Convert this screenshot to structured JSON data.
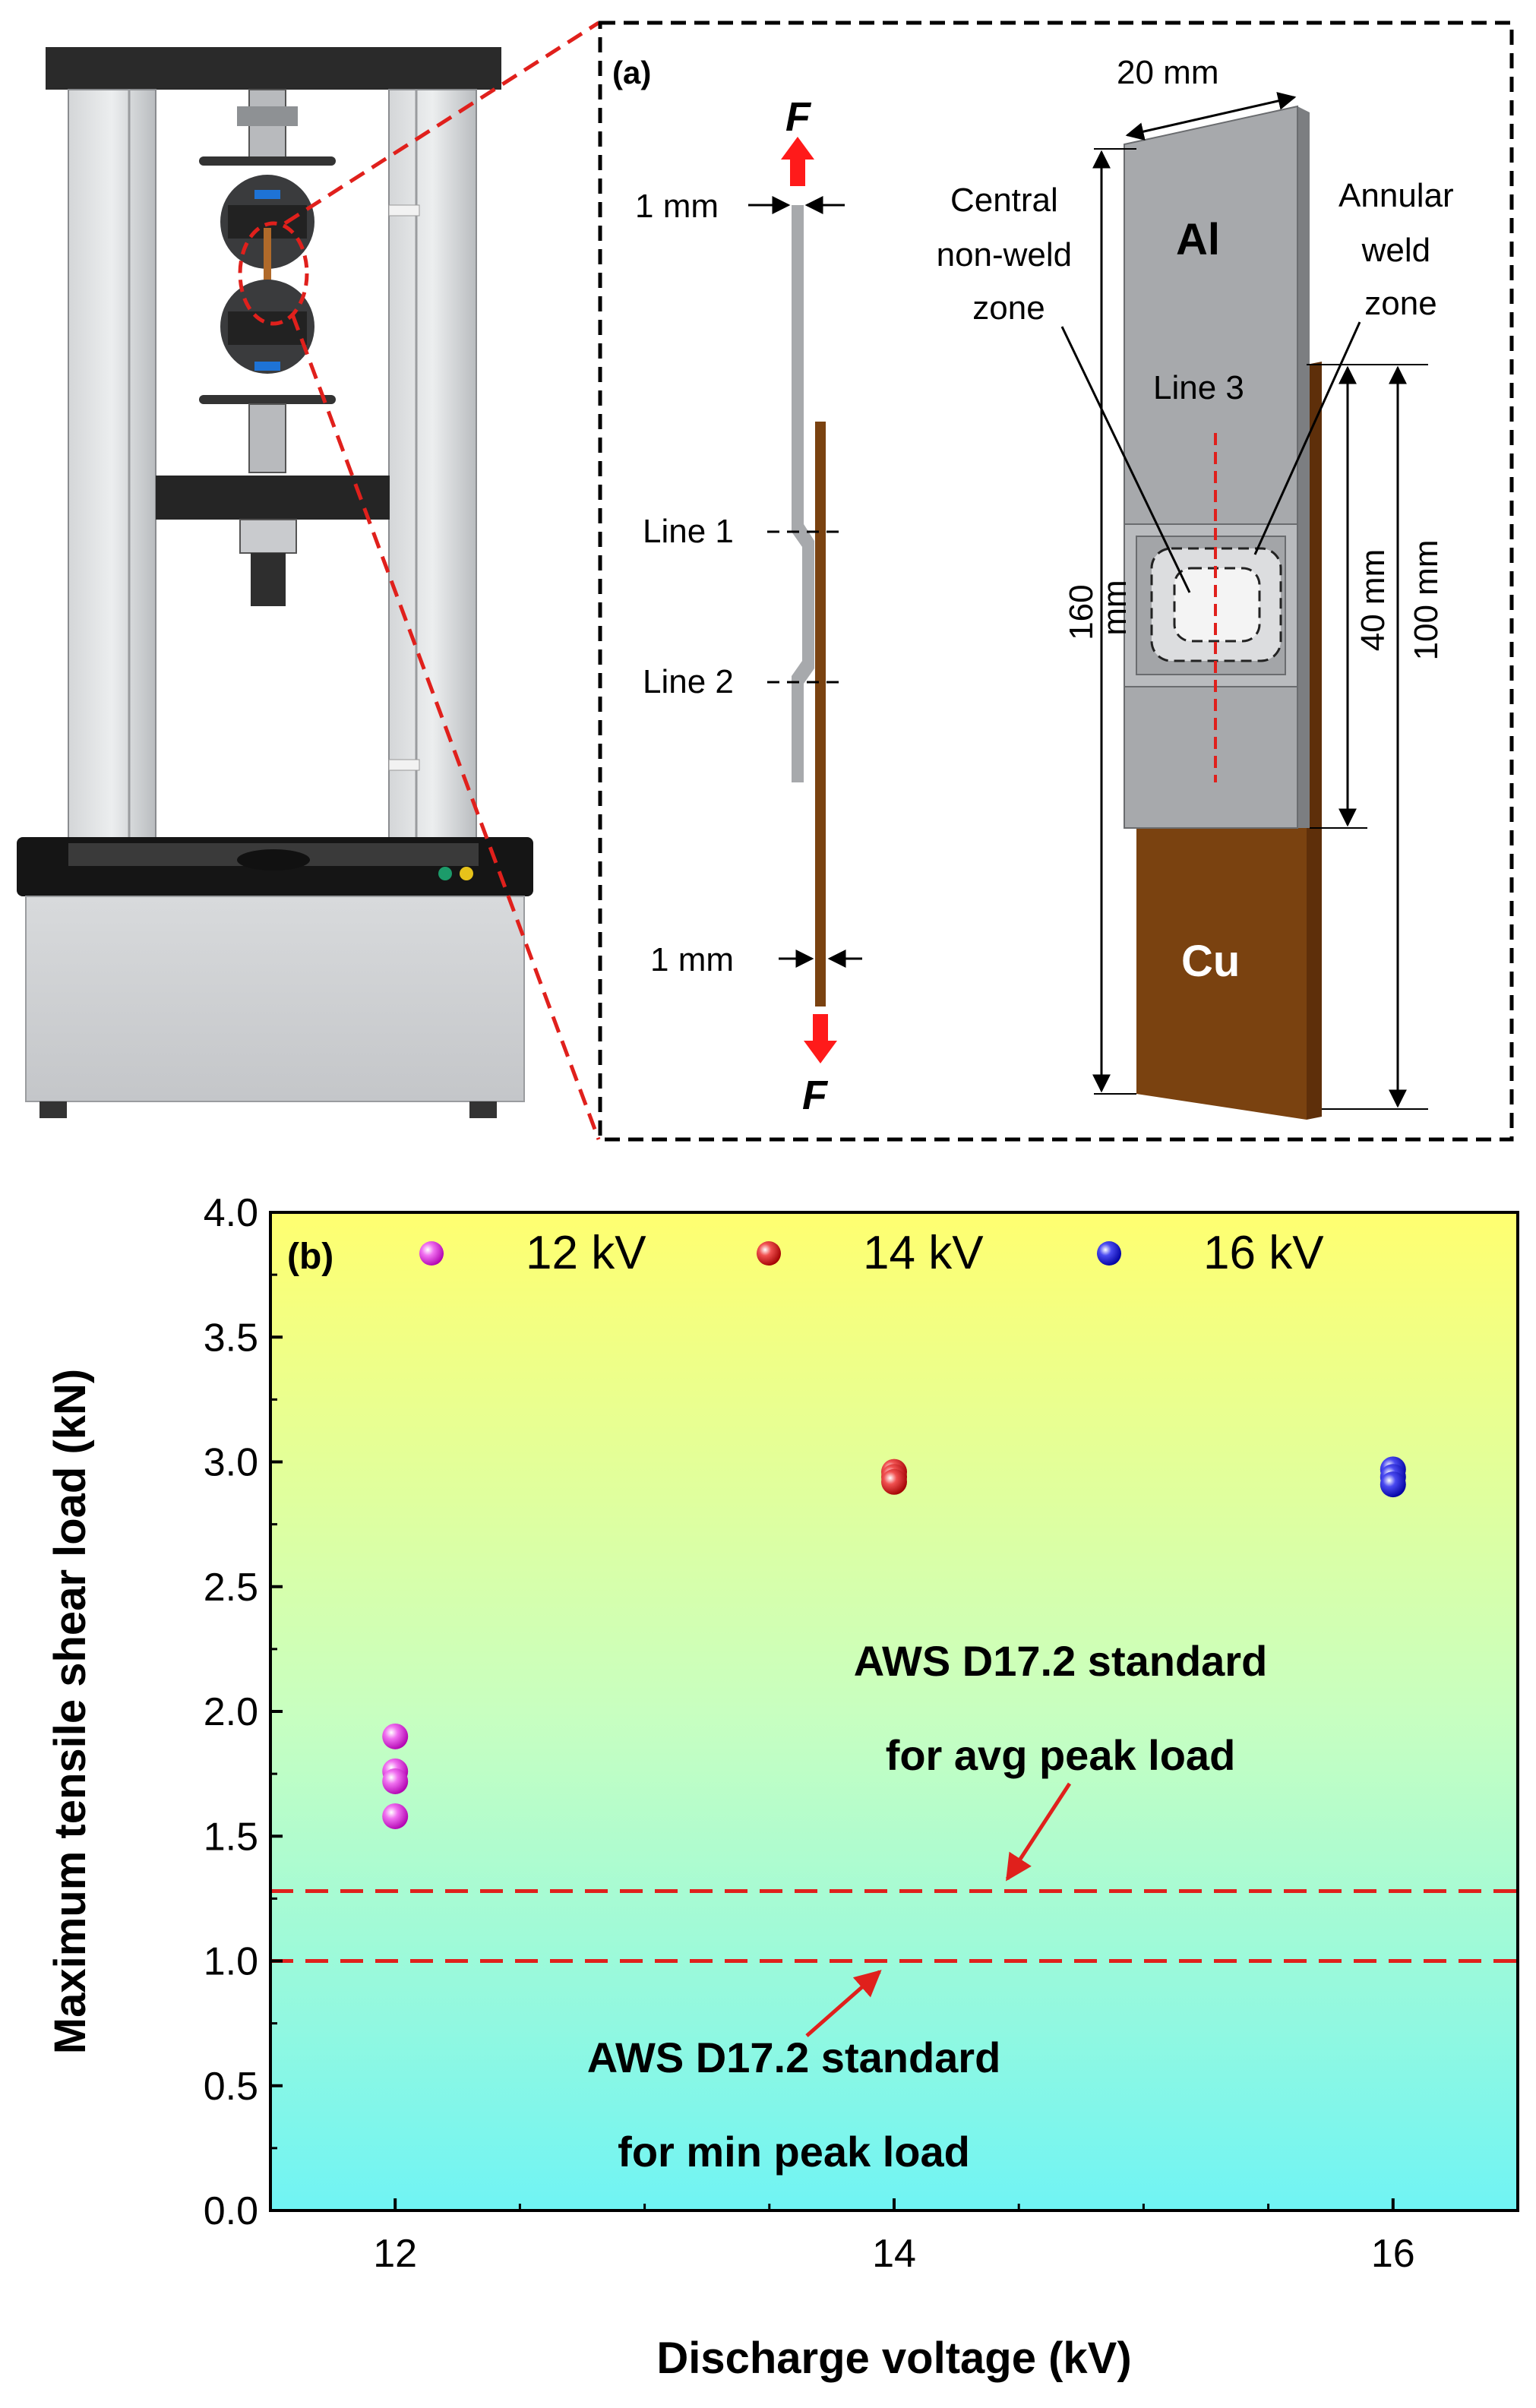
{
  "panel_a": {
    "label": "(a)",
    "force_top": "F",
    "force_bottom": "F",
    "thickness_top": "1 mm",
    "thickness_bottom": "1 mm",
    "line1": "Line 1",
    "line2": "Line 2",
    "line3": "Line 3",
    "width_dim": "20 mm",
    "central_zone": [
      "Central",
      "non-weld",
      "zone"
    ],
    "annular_zone": [
      "Annular",
      "weld",
      "zone"
    ],
    "al_label": "Al",
    "cu_label": "Cu",
    "dim_160": [
      "160",
      "mm"
    ],
    "dim_40": "40 mm",
    "dim_100": "100 mm"
  },
  "colors": {
    "aluminum": "#a7a9ac",
    "copper": "#7a4210",
    "red_dash": "#e0201c",
    "magenta": "#e020e0",
    "red": "#e01010",
    "blue": "#1010e0",
    "bg_top": "#ffff70",
    "bg_mid": "#c8ffc0",
    "bg_bottom": "#70f4f4"
  },
  "chart_data": {
    "type": "scatter",
    "panel_label": "(b)",
    "xlabel": "Discharge voltage (kV)",
    "ylabel": "Maximum tensile shear load (kN)",
    "xlim": [
      11.5,
      16.5
    ],
    "ylim": [
      0.0,
      4.0
    ],
    "x_ticks": [
      "12",
      "14",
      "16"
    ],
    "y_ticks": [
      "0.0",
      "0.5",
      "1.0",
      "1.5",
      "2.0",
      "2.5",
      "3.0",
      "3.5",
      "4.0"
    ],
    "legend_position": "top",
    "series": [
      {
        "name": "12 kV",
        "color": "#e020e0",
        "x": [
          12,
          12,
          12,
          12
        ],
        "y": [
          1.9,
          1.76,
          1.72,
          1.58
        ]
      },
      {
        "name": "14 kV",
        "color": "#e01010",
        "x": [
          14,
          14,
          14
        ],
        "y": [
          2.96,
          2.94,
          2.92
        ]
      },
      {
        "name": "16 kV",
        "color": "#1010e0",
        "x": [
          16,
          16,
          16
        ],
        "y": [
          2.97,
          2.94,
          2.91
        ]
      }
    ],
    "reference_lines": [
      {
        "y": 1.28,
        "label_lines": [
          "AWS D17.2 standard",
          "for avg peak load"
        ]
      },
      {
        "y": 1.0,
        "label_lines": [
          "AWS D17.2 standard",
          "for min peak load"
        ]
      }
    ]
  }
}
